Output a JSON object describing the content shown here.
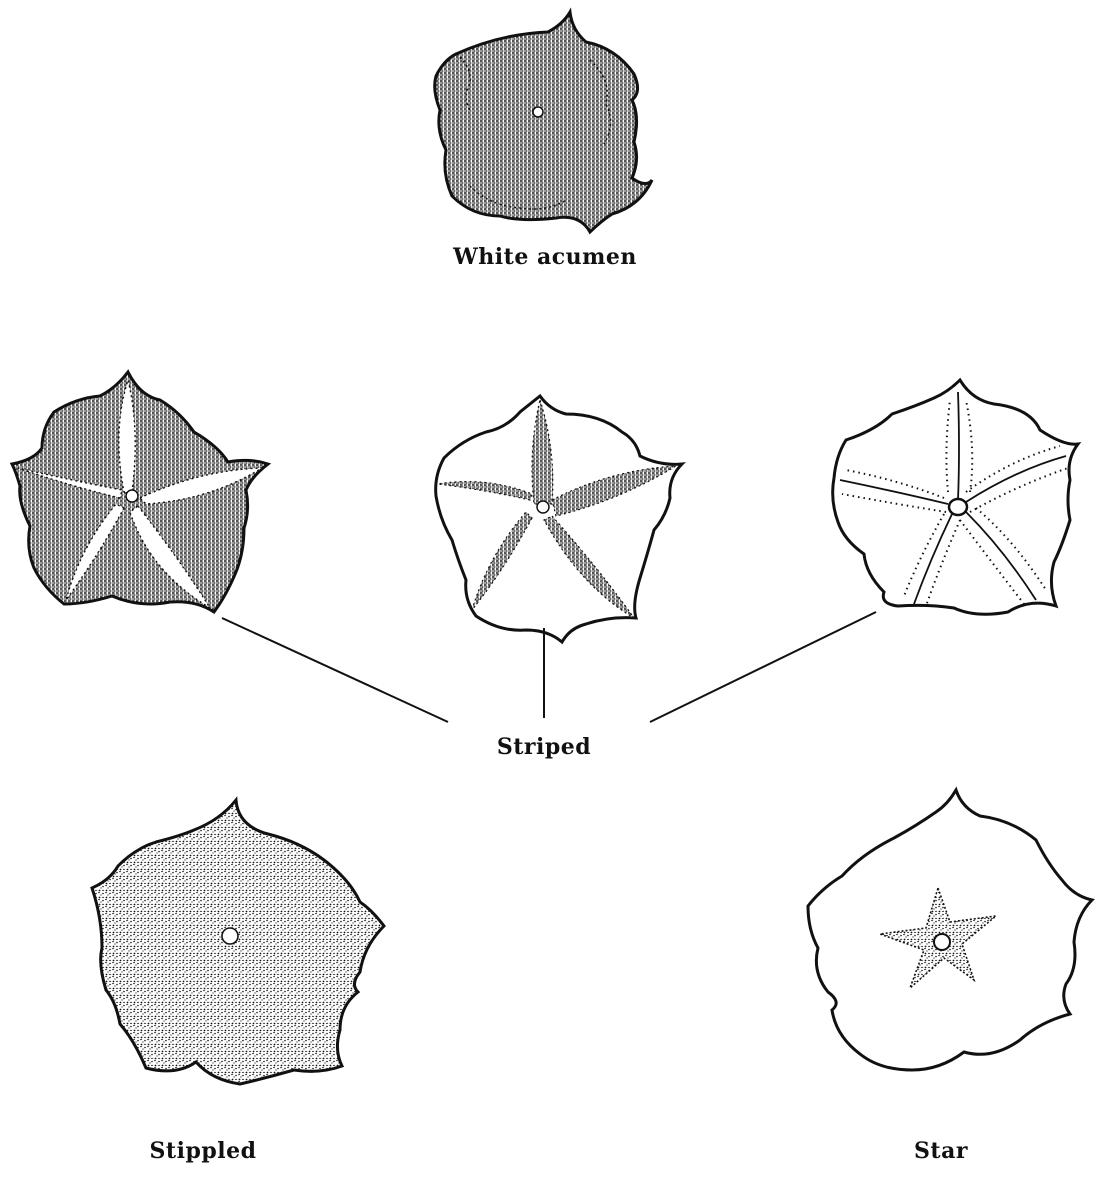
{
  "figure": {
    "patterns": [
      {
        "id": "white-acumen",
        "label": "White acumen",
        "shape": "white-acumen"
      },
      {
        "id": "striped-1",
        "label": "Striped",
        "shape": "striped-broad"
      },
      {
        "id": "striped-2",
        "label": "Striped",
        "shape": "striped-narrow"
      },
      {
        "id": "striped-3",
        "label": "Striped",
        "shape": "striped-dotted"
      },
      {
        "id": "stippled",
        "label": "Stippled",
        "shape": "stippled"
      },
      {
        "id": "star",
        "label": "Star",
        "shape": "star"
      }
    ],
    "labels": {
      "white_acumen": "White acumen",
      "striped": "Striped",
      "stippled": "Stippled",
      "star": "Star"
    },
    "colors": {
      "ink": "#111111",
      "paper": "#ffffff"
    }
  }
}
